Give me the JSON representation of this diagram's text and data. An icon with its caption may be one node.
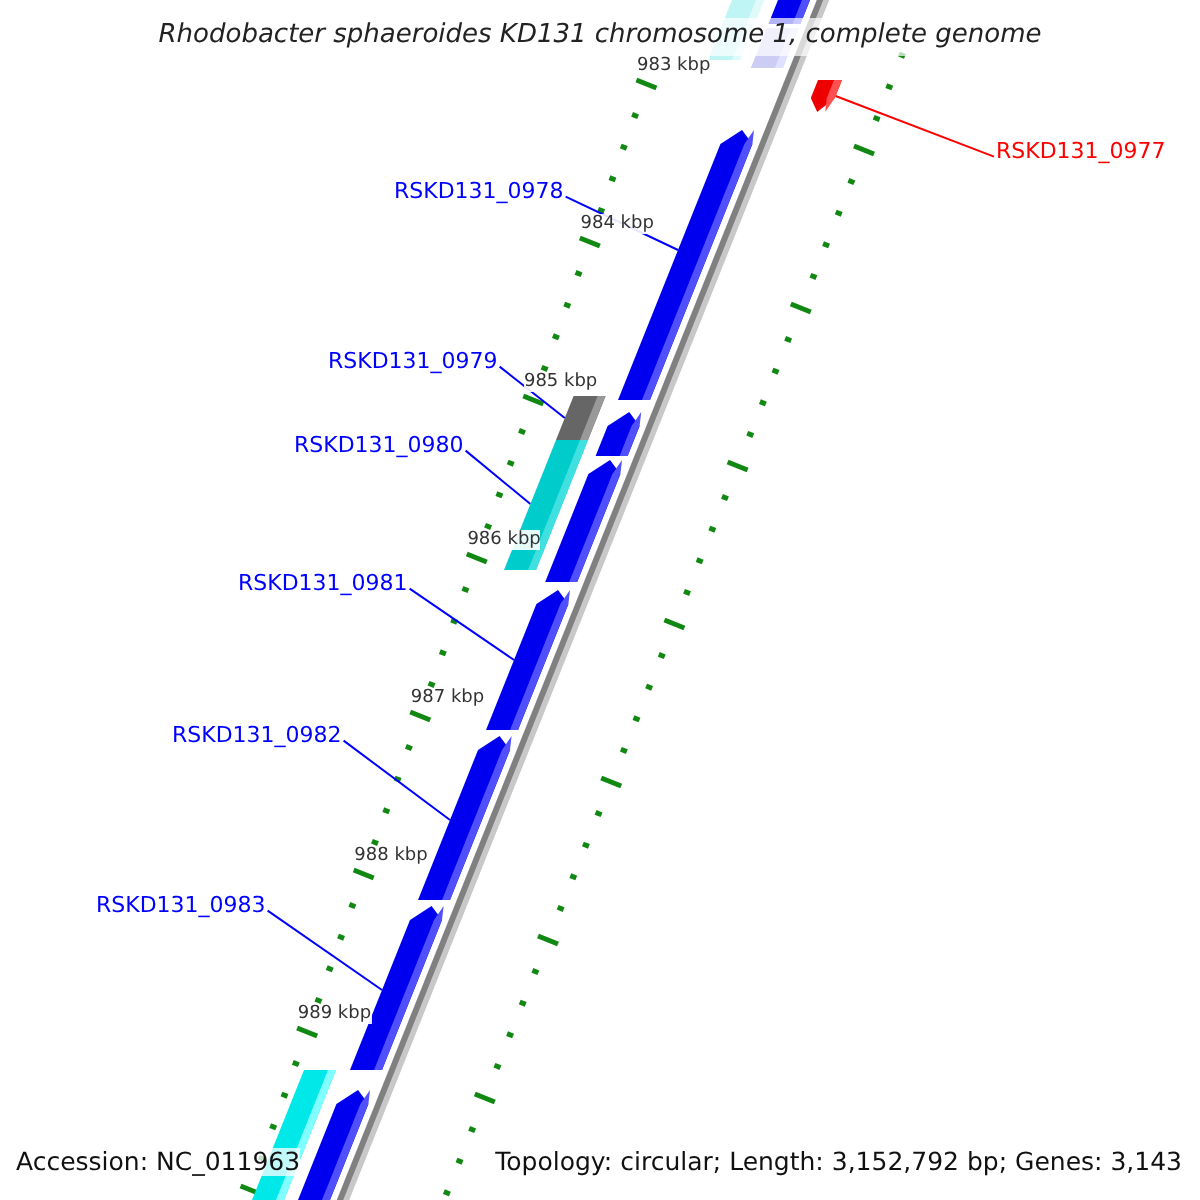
{
  "diagram": {
    "title": "Rhodobacter sphaeroides KD131 chromosome 1, complete genome",
    "nodes": [
      {
        "text": [],
        "shape": "bar"
      },
      {
        "text": [],
        "shape": "bar"
      },
      {
        "text": [],
        "shape": "bar"
      },
      {
        "text": [
          "RSKD131_0977"
        ]
      },
      {
        "text": [],
        "shape": "bar"
      },
      {
        "text": [
          "RSKD131_0978"
        ]
      },
      {
        "text": [],
        "shape": "bar"
      },
      {
        "text": [
          "RSKD131_0979"
        ]
      },
      {
        "text": [],
        "shape": "bar"
      },
      {
        "text": [],
        "shape": "bar"
      },
      {
        "text": [
          "RSKD131_0980"
        ]
      },
      {
        "text": [],
        "shape": "bar"
      },
      {
        "text": [],
        "shape": "bar"
      },
      {
        "text": [
          "RSKD131_0981"
        ]
      },
      {
        "text": [],
        "shape": "bar"
      },
      {
        "text": [
          "RSKD131_0982"
        ]
      },
      {
        "text": [],
        "shape": "bar"
      },
      {
        "text": [
          "RSKD131_0983"
        ]
      },
      {
        "text": [],
        "shape": "bar"
      },
      {
        "text": [],
        "shape": "bar"
      },
      {
        "text": [],
        "shape": "bar"
      }
    ],
    "edges": [
      {
        "from": 3,
        "to": 4,
        "arrow": "none",
        "color": "#ff0000"
      },
      {
        "from": 5,
        "to": 6,
        "arrow": "none"
      },
      {
        "from": 7,
        "to": 8,
        "arrow": "none"
      },
      {
        "from": 10,
        "to": 11,
        "arrow": "none"
      },
      {
        "from": 13,
        "to": 14,
        "arrow": "none"
      },
      {
        "from": 15,
        "to": 16,
        "arrow": "none"
      },
      {
        "from": 17,
        "to": 18,
        "arrow": "none"
      }
    ],
    "labels": [
      "983 kbp",
      "984 kbp",
      "985 kbp",
      "986 kbp",
      "987 kbp",
      "988 kbp",
      "989 kbp",
      "Accession: NC_011963",
      "Topology: circular; Length: 3,152,792 bp; Genes: 3,143"
    ]
  }
}
